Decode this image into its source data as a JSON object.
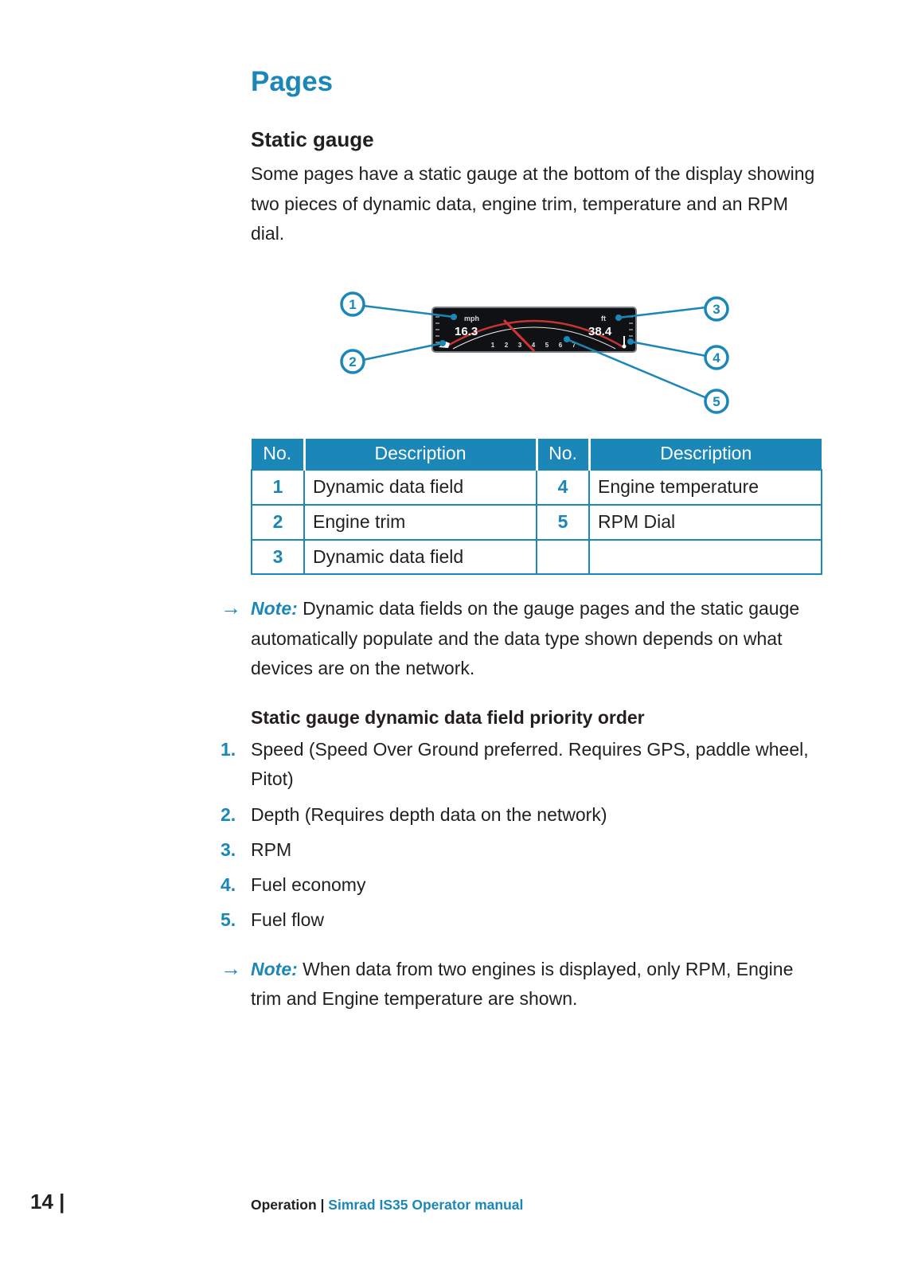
{
  "colors": {
    "accent": "#1b87b8",
    "text": "#231f20"
  },
  "page_title": "Pages",
  "section": {
    "heading": "Static gauge",
    "body": "Some pages have a static gauge at the bottom of the display showing two pieces of dynamic data, engine trim, temperature and an RPM dial."
  },
  "figure": {
    "callouts": [
      "1",
      "2",
      "3",
      "4",
      "5"
    ],
    "gauge": {
      "left_unit": "mph",
      "left_value": "16.3",
      "right_unit": "ft",
      "right_value": "38.4",
      "dial_numbers": [
        "1",
        "2",
        "3",
        "4",
        "5",
        "6",
        "7"
      ]
    }
  },
  "legend_table": {
    "headers": [
      "No.",
      "Description",
      "No.",
      "Description"
    ],
    "rows": [
      [
        "1",
        "Dynamic data field",
        "4",
        "Engine temperature"
      ],
      [
        "2",
        "Engine trim",
        "5",
        "RPM Dial"
      ],
      [
        "3",
        "Dynamic data field",
        "",
        ""
      ]
    ]
  },
  "note_icon": "→",
  "notes": [
    {
      "label": "Note:",
      "text": "Dynamic data fields on the gauge pages and the static gauge automatically populate and the data type shown depends on what devices are on the network."
    },
    {
      "label": "Note:",
      "text": "When data from two engines is displayed, only RPM, Engine trim and Engine temperature are shown."
    }
  ],
  "priority": {
    "heading": "Static gauge dynamic data field priority order",
    "items": [
      {
        "num": "1.",
        "text": "Speed (Speed Over Ground preferred. Requires GPS, paddle wheel, Pitot)"
      },
      {
        "num": "2.",
        "text": "Depth (Requires depth data on the network)"
      },
      {
        "num": "3.",
        "text": "RPM"
      },
      {
        "num": "4.",
        "text": "Fuel economy"
      },
      {
        "num": "5.",
        "text": "Fuel flow"
      }
    ]
  },
  "footer": {
    "page_number": "14 |",
    "section": "Operation",
    "separator": " | ",
    "manual": "Simrad IS35 Operator manual"
  }
}
